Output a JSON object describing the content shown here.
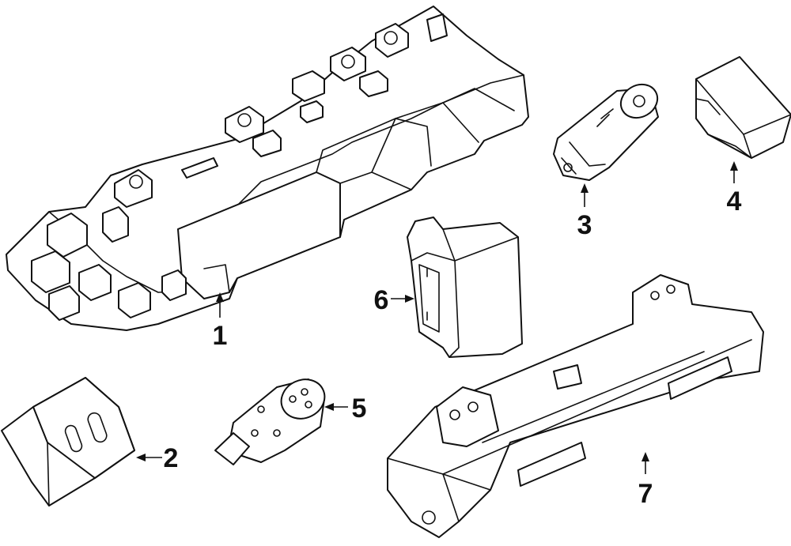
{
  "diagram": {
    "callouts": [
      {
        "id": "part-1",
        "label": "1"
      },
      {
        "id": "part-2",
        "label": "2"
      },
      {
        "id": "part-3",
        "label": "3"
      },
      {
        "id": "part-4",
        "label": "4"
      },
      {
        "id": "part-5",
        "label": "5"
      },
      {
        "id": "part-6",
        "label": "6"
      },
      {
        "id": "part-7",
        "label": "7"
      }
    ]
  },
  "colors": {
    "line": "#111111",
    "background": "#ffffff"
  }
}
